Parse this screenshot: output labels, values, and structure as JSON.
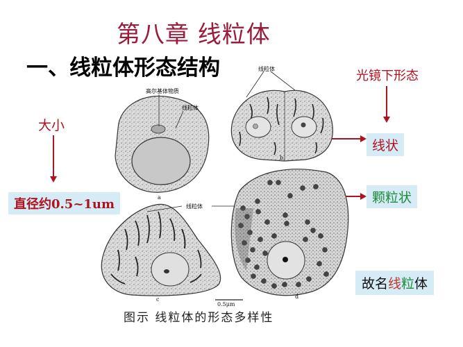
{
  "slide": {
    "title": "第八章  线粒体",
    "subtitle": "一、线粒体形态结构",
    "size": {
      "label": "大小",
      "value": "直径约0.5~1um"
    },
    "morphology": {
      "label": "光镜下形态",
      "shapes": [
        "线状",
        "颗粒状"
      ]
    },
    "name_origin": {
      "parts": [
        "故名",
        "线",
        "粒",
        "体"
      ],
      "colors": [
        "#111111",
        "#c0392b",
        "#1e8a3a",
        "#111111"
      ]
    },
    "figure": {
      "labels": {
        "a_top": "高尔基体物质",
        "a_mito": "线粒体",
        "b_mito": "线粒体",
        "c_mito": "线粒体",
        "panel_a": "a",
        "panel_b": "b",
        "panel_c": "c",
        "panel_d": "d",
        "scale": "0.5μm"
      },
      "caption": "图示    线粒体的形态多样性"
    },
    "colors": {
      "title": "#9b1b3a",
      "accent_red": "#b0121f",
      "box_bg": "#d5ecf7",
      "green": "#1e8a3a"
    }
  }
}
